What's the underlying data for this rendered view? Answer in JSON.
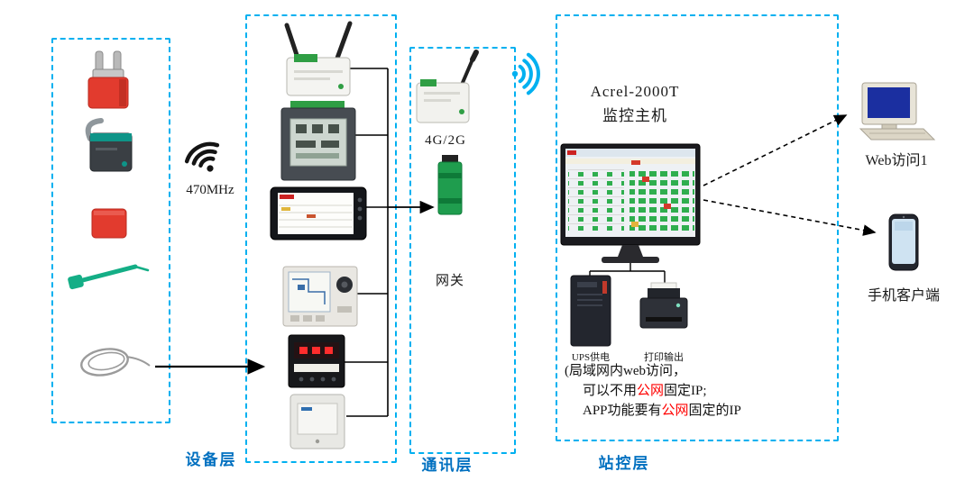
{
  "colors": {
    "box_border": "#00b0f0",
    "layer_label_blue": "#0070c0",
    "highlight_red": "#ff0000",
    "wifi_blue": "#00b0f0",
    "device_green": "#2f9e44",
    "sensor_red": "#e23b2e"
  },
  "labels": {
    "frequency": "470MHz",
    "module_4g": "4G/2G",
    "gateway": "网关",
    "device_layer": "设备层",
    "comm_layer": "通讯层",
    "station_layer": "站控层",
    "host_line1": "Acrel-2000T",
    "host_line2": "监控主机",
    "ups": "UPS供电",
    "printer": "打印输出",
    "web_client": "Web访问1",
    "mobile_client": "手机客户端"
  },
  "note": {
    "line1": "(局域网内web访问，",
    "line2_pre": "可以不用",
    "line2_red": "公网",
    "line2_post": "固定IP;",
    "line3_pre": "APP功能要有",
    "line3_red": "公网",
    "line3_post": "固定的IP"
  },
  "icons": {
    "wifi-470mhz-icon": "black radio-signal arcs",
    "wifi-4g-icon": "blue radio-signal arcs",
    "busbar-sensor-icon": "red block with fork terminal",
    "ct-clamp-sensor-icon": "dark clamp sensor",
    "block-sensor-icon": "red block",
    "cable-tie-sensor-icon": "green zip tie",
    "wire-probe-sensor-icon": "coiled wire probe",
    "wireless-receiver-icon": "module with two antennas",
    "power-meter-icon": "panel meter with LCD",
    "touchscreen-meter-icon": "touch display",
    "multifunction-meter-icon": "meter with knob",
    "digital-meter-icon": "black meter with red LED",
    "wall-box-icon": "wall-mounted enclosure",
    "module-4g-icon": "4G/2G module with antenna",
    "gateway-icon": "green DIN gateway",
    "monitor-icon": "SCADA monitor",
    "ups-icon": "UPS tower",
    "printer-icon": "laser printer",
    "desktop-computer-icon": "PC with keyboard",
    "smartphone-icon": "mobile phone"
  }
}
